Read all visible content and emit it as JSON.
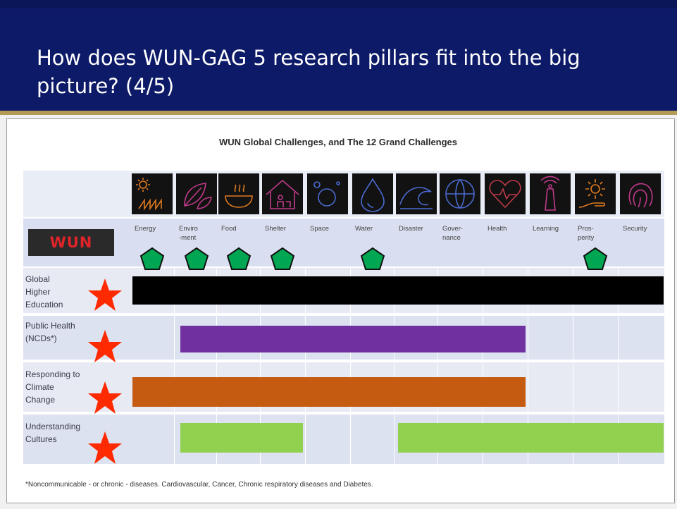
{
  "slide": {
    "title": "How does WUN-GAG  5 research pillars fit into the big picture?  (4/5)"
  },
  "diagram": {
    "title": "WUN Global Challenges,  and The 12 Grand Challenges",
    "logo_text": "WUN",
    "columns": [
      {
        "label": "Energy",
        "icon": "energy-icon",
        "color": "#e07a1e",
        "has_pentagon": true
      },
      {
        "label": "Enviro\n-ment",
        "icon": "leaves-icon",
        "color": "#c03a8a",
        "has_pentagon": true
      },
      {
        "label": "Food",
        "icon": "food-bowl-icon",
        "color": "#e07a1e",
        "has_pentagon": true
      },
      {
        "label": "Shelter",
        "icon": "house-icon",
        "color": "#c03a8a",
        "has_pentagon": true
      },
      {
        "label": "Space",
        "icon": "planet-icon",
        "color": "#4a6bd1",
        "has_pentagon": false
      },
      {
        "label": "Water",
        "icon": "water-drop-icon",
        "color": "#4a6bd1",
        "has_pentagon": true
      },
      {
        "label": "Disaster",
        "icon": "wave-icon",
        "color": "#4a6bd1",
        "has_pentagon": false
      },
      {
        "label": "Gover-\nnance",
        "icon": "globe-people-icon",
        "color": "#4a6bd1",
        "has_pentagon": false
      },
      {
        "label": "Health",
        "icon": "heart-pulse-icon",
        "color": "#c03a4a",
        "has_pentagon": false
      },
      {
        "label": "Learning",
        "icon": "tower-icon",
        "color": "#c03a8a",
        "has_pentagon": false
      },
      {
        "label": "Pros-\nperity",
        "icon": "sun-hand-icon",
        "color": "#e07a1e",
        "has_pentagon": true
      },
      {
        "label": "Security",
        "icon": "fingerprint-icon",
        "color": "#c03a8a",
        "has_pentagon": false
      }
    ],
    "rows": [
      {
        "label": "Global\nHigher\nEducation",
        "bar_color": "#000000",
        "spans": [
          [
            1,
            12
          ]
        ],
        "star": true
      },
      {
        "label": "Public Health\n(NCDs*)",
        "bar_color": "#7030a0",
        "spans": [
          [
            2,
            9
          ]
        ],
        "star": true
      },
      {
        "label": "Responding to\nClimate\nChange",
        "bar_color": "#c55a11",
        "spans": [
          [
            1,
            9
          ]
        ],
        "star": true
      },
      {
        "label": "Understanding\nCultures",
        "bar_color": "#92d050",
        "spans": [
          [
            2,
            4
          ],
          [
            7,
            12
          ]
        ],
        "star": true
      }
    ],
    "colors": {
      "star": "#ff2a00",
      "pentagon_fill": "#00a651",
      "title_bar": "#0d1a67",
      "title_underline": "#b39b55"
    },
    "footnote": "*Noncommunicable - or chronic - diseases. Cardiovascular, Cancer, Chronic respiratory diseases and Diabetes."
  }
}
